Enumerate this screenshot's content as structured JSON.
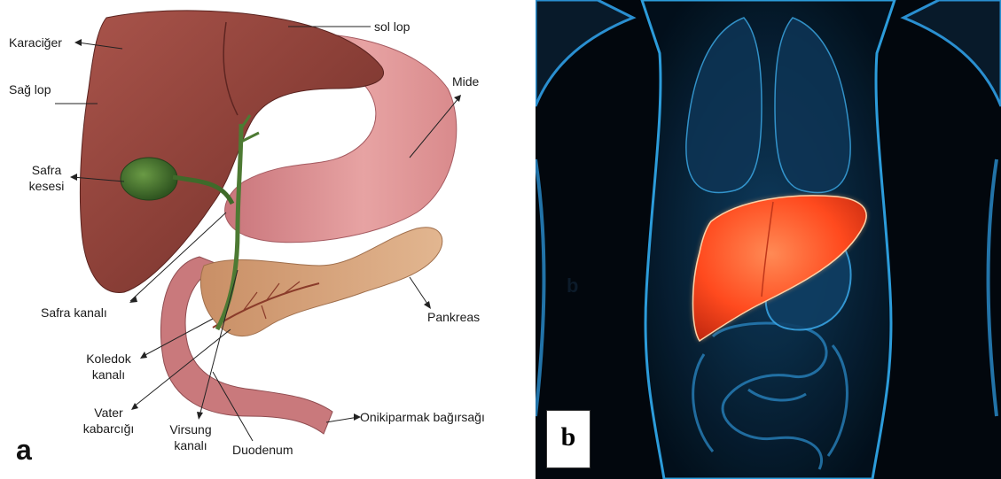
{
  "panel_a": {
    "letter": "a",
    "labels": {
      "karaciger": "Karaciğer",
      "sol_lop": "sol lop",
      "sag_lop": "Sağ lop",
      "mide": "Mide",
      "safra_kesesi_1": "Safra",
      "safra_kesesi_2": "kesesi",
      "safra_kanali": "Safra kanalı",
      "pankreas": "Pankreas",
      "koledok_1": "Koledok",
      "koledok_2": "kanalı",
      "vater_1": "Vater",
      "vater_2": "kabarcığı",
      "virsung_1": "Virsung",
      "virsung_2": "kanalı",
      "duodenum": "Duodenum",
      "onikiparmak": "Onikiparmak bağırsağı"
    }
  },
  "panel_b": {
    "letter_small": "b",
    "letter_box": "b"
  },
  "colors": {
    "liver": "#8c4038",
    "stomach": "#d98a8c",
    "pancreas": "#d6a47c",
    "gallbladder": "#3f6a2a",
    "highlight_liver": "#ff5a2a",
    "body_glow": "#1e86c8"
  }
}
